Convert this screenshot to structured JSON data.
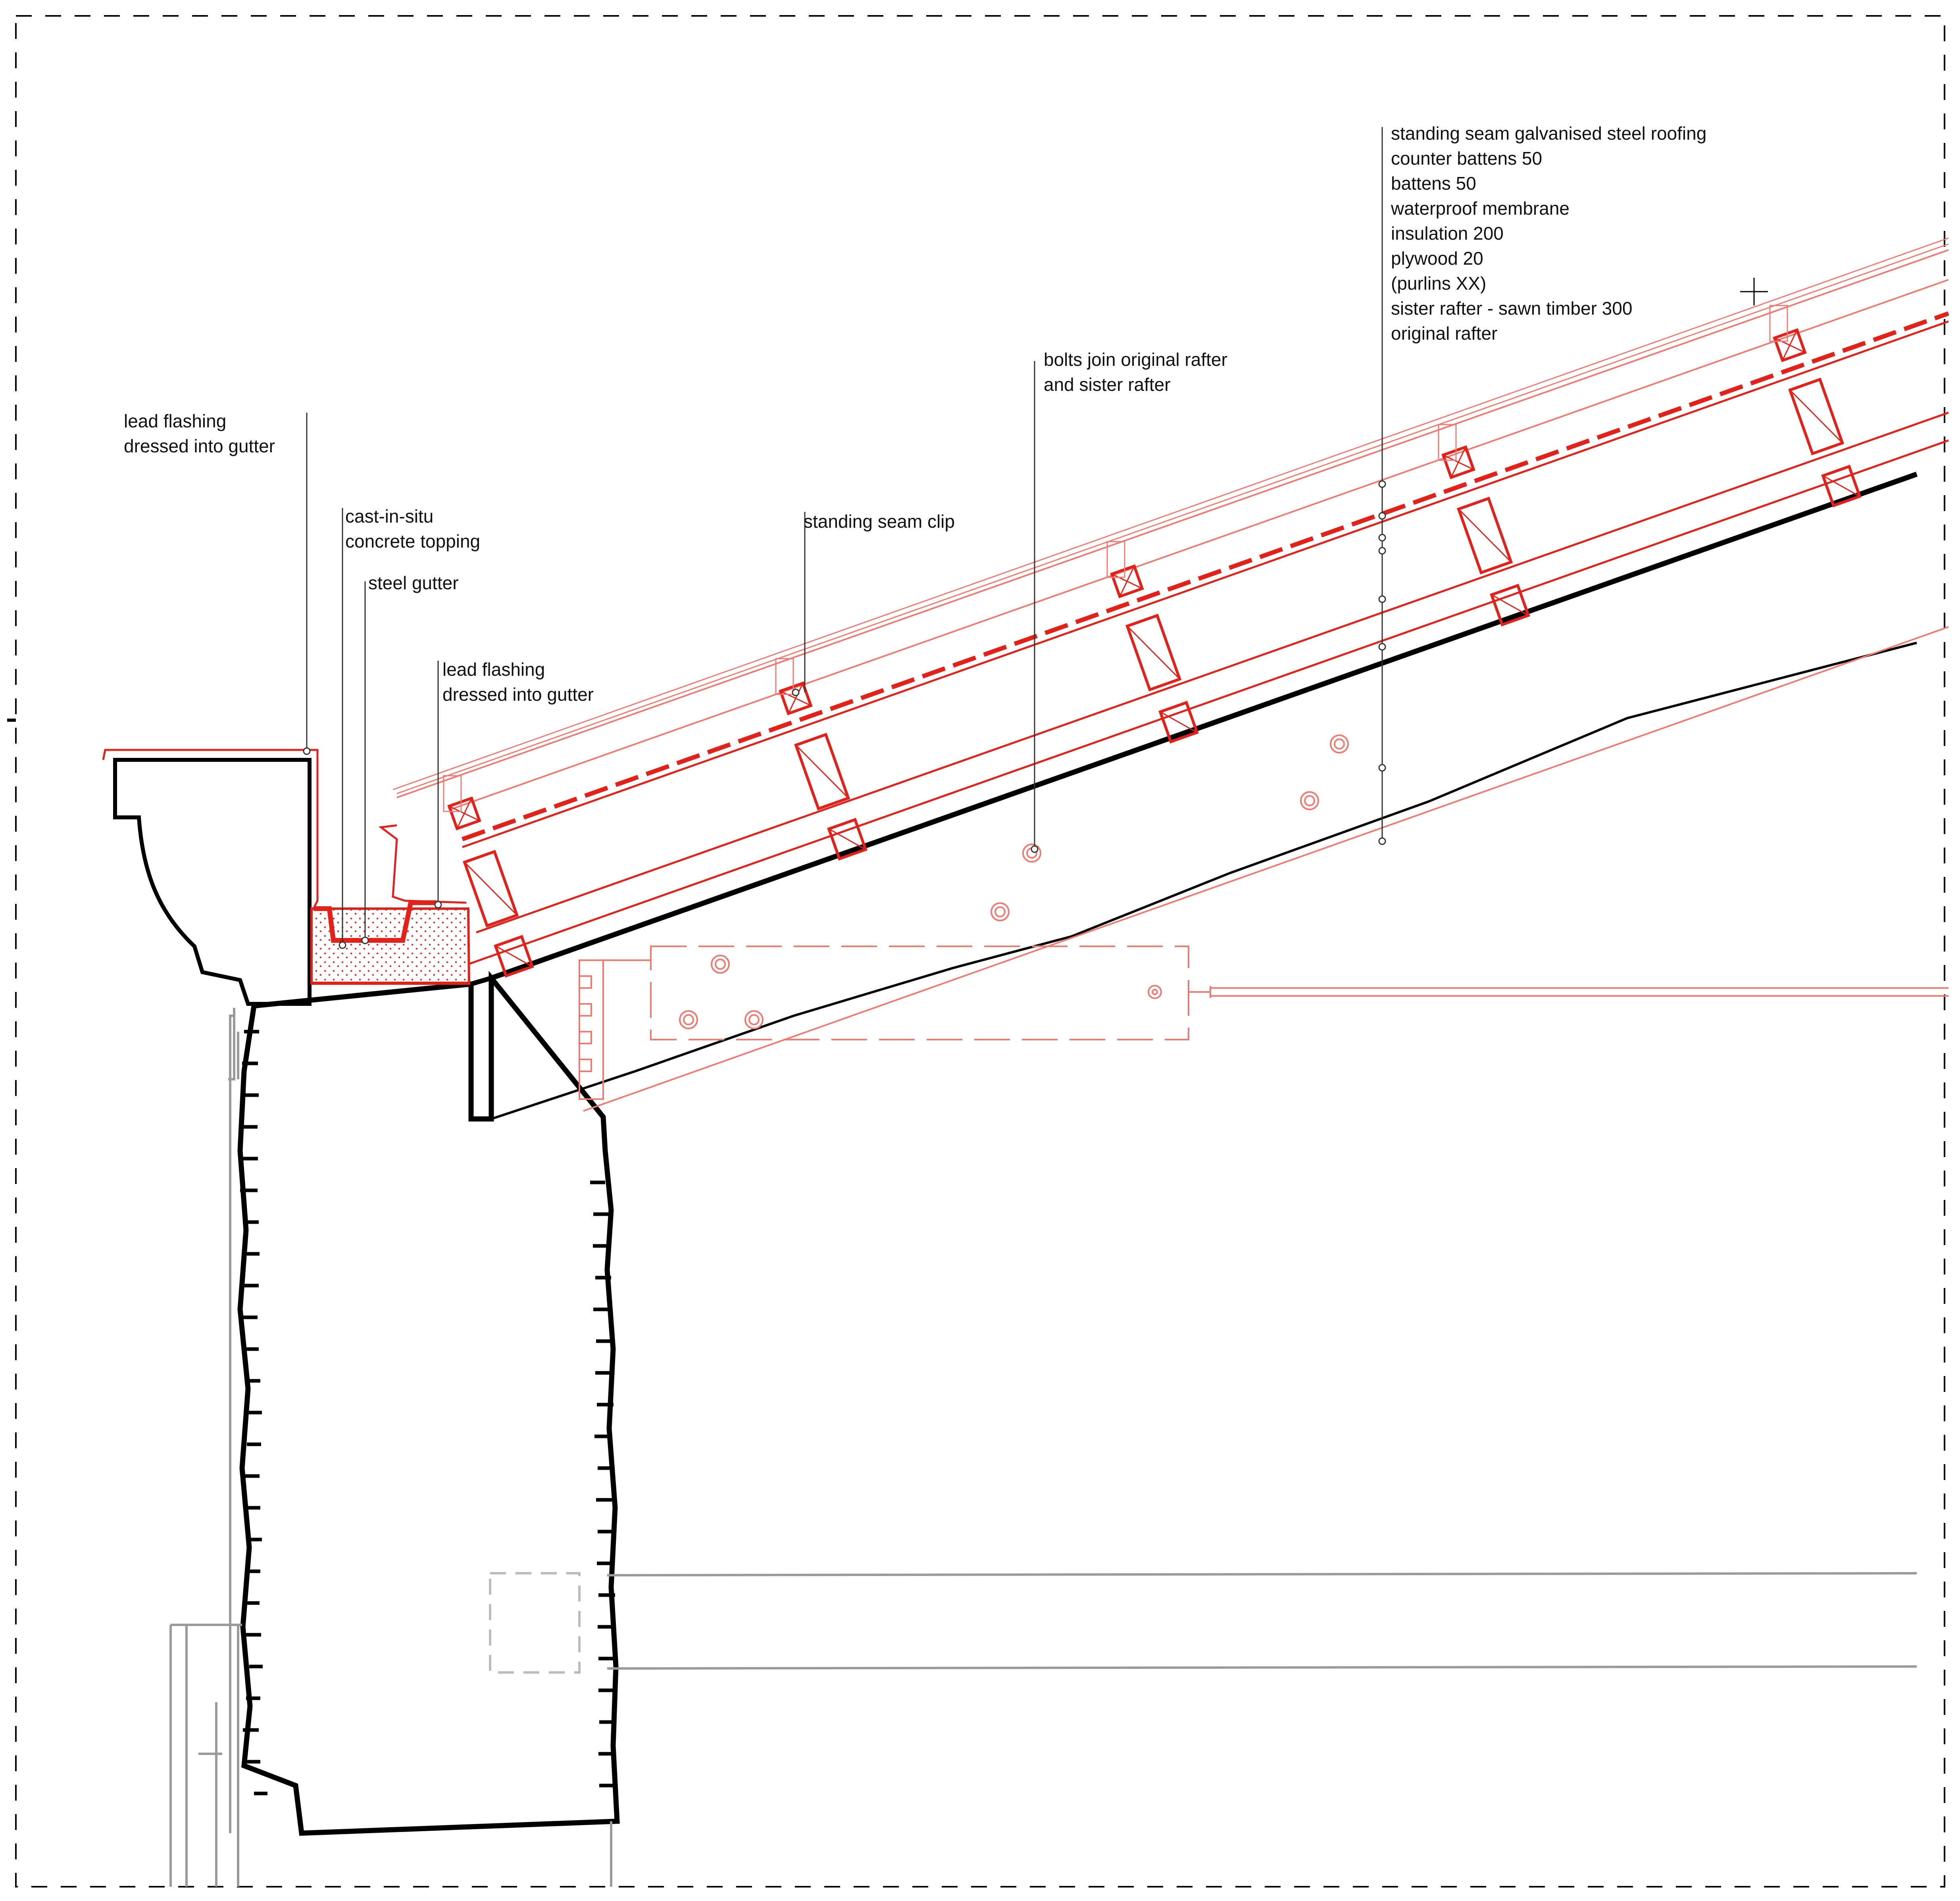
{
  "diagram": {
    "type": "eaves / gutter construction section",
    "accent_color": "#e32119",
    "existing_color": "#000000",
    "notes": {
      "roof_buildup": [
        "standing seam galvanised steel roofing",
        "counter battens 50",
        "battens 50",
        "waterproof membrane",
        "insulation 200",
        "plywood 20",
        "(purlins XX)",
        "sister rafter - sawn timber 300",
        "original rafter"
      ],
      "bolts": [
        "bolts join original rafter",
        "and sister rafter"
      ],
      "clip": "standing seam clip",
      "flashing_upper": [
        "lead flashing",
        "dressed into gutter"
      ],
      "topping": [
        "cast-in-situ",
        "concrete topping"
      ],
      "gutter": "steel gutter",
      "flashing_lower": [
        "lead flashing",
        "dressed into gutter"
      ]
    }
  }
}
